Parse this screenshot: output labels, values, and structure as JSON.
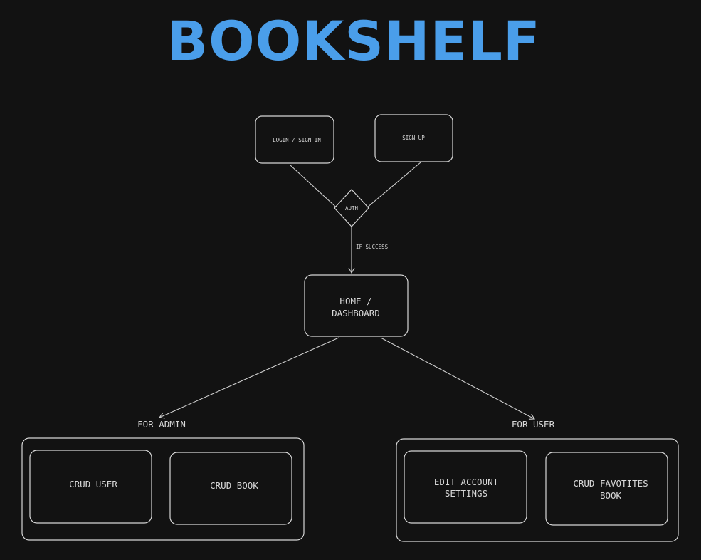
{
  "title": "BOOKSHELF",
  "colors": {
    "background": "#121212",
    "title": "#4a9eea",
    "stroke": "#d6d6d6",
    "text": "#d8d8d8"
  },
  "nodes": {
    "login": "LOGIN / SIGN IN",
    "signup": "SIGN UP",
    "auth": "AUTH",
    "home_line1": "HOME /",
    "home_line2": "DASHBOARD",
    "crud_user": "CRUD USER",
    "crud_book": "CRUD BOOK",
    "edit_line1": "EDIT ACCOUNT",
    "edit_line2": "SETTINGS",
    "fav_line1": "CRUD FAVOTITES",
    "fav_line2": "BOOK"
  },
  "edges": {
    "if_success": "IF SUCCESS"
  },
  "groups": {
    "admin": "FOR ADMIN",
    "user": "FOR USER"
  }
}
